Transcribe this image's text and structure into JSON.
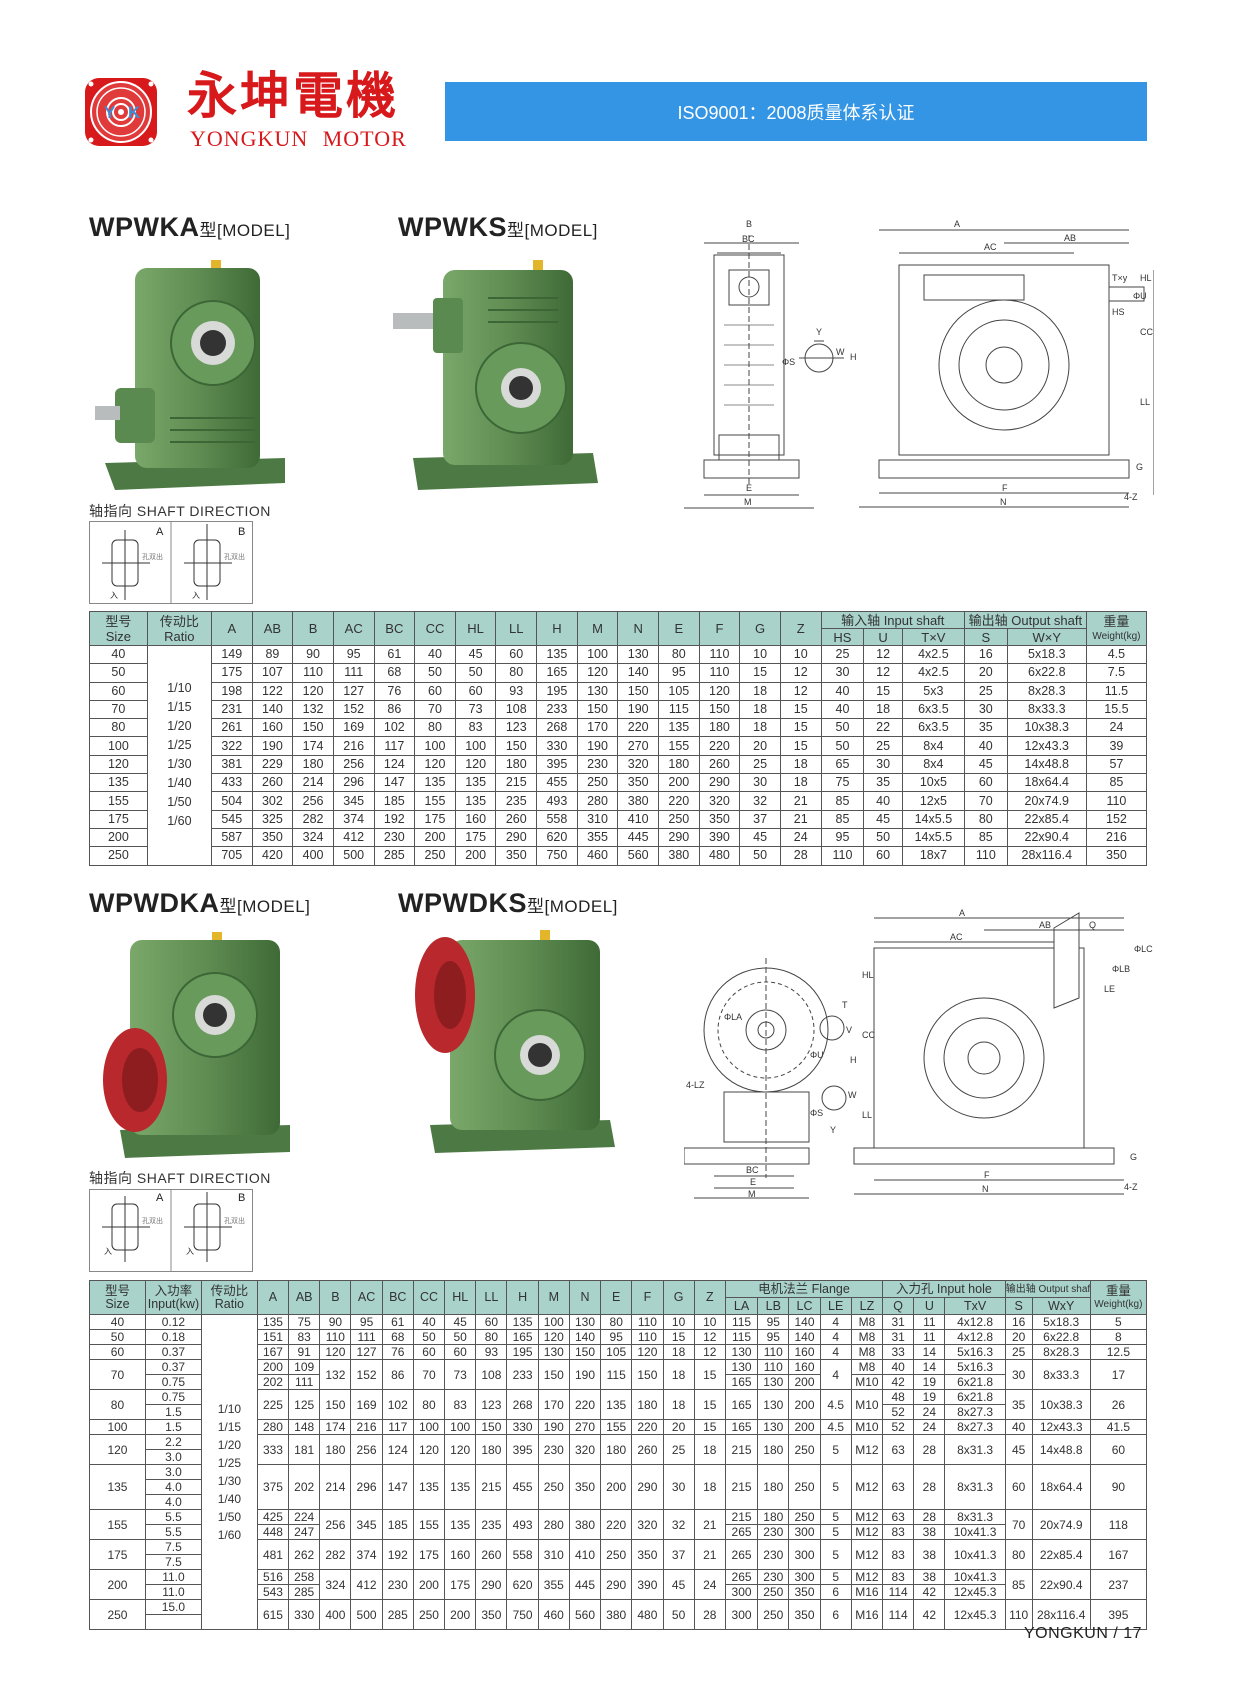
{
  "header": {
    "logo_initials": "YOK",
    "brand_cn": "永坤電機",
    "brand_en": "YONGKUN MOTOR",
    "banner": "ISO9001：2008质量体系认证"
  },
  "colors": {
    "brand_red": "#d7191c",
    "banner_blue": "#3395e4",
    "table_header": "#a8d2ca",
    "housing_green": "#5f8d52",
    "flange_red": "#b8282c"
  },
  "section1": {
    "model_a": "WPWKA",
    "model_a_suffix": "型[MODEL]",
    "model_b": "WPWKS",
    "model_b_suffix": "型[MODEL]",
    "shaft_direction": "轴指向  SHAFT DIRECTION",
    "shaft_a": "A",
    "shaft_b": "B",
    "shaft_note": "孔双出",
    "shaft_in": "入",
    "diagram_labels": [
      "B",
      "BC",
      "A",
      "AB",
      "AC",
      "T×y",
      "ΦU",
      "HL",
      "HS",
      "CC",
      "LL",
      "Y",
      "W",
      "H",
      "ΦS",
      "E",
      "M",
      "F",
      "N",
      "G",
      "4-Z"
    ]
  },
  "table1": {
    "size_cn": "型号",
    "size_en": "Size",
    "ratio_cn": "传动比",
    "ratio_en": "Ratio",
    "dims": [
      "A",
      "AB",
      "B",
      "AC",
      "BC",
      "CC",
      "HL",
      "LL",
      "H",
      "M",
      "N",
      "E",
      "F",
      "G",
      "Z"
    ],
    "input_group": "输入轴 Input shaft",
    "input_cols": [
      "HS",
      "U",
      "T×V"
    ],
    "output_group": "输出轴 Output shaft",
    "output_cols": [
      "S",
      "W×Y"
    ],
    "weight_cn": "重量",
    "weight_en": "Weight(kg)",
    "ratios": [
      "1/10",
      "1/15",
      "1/20",
      "1/25",
      "1/30",
      "1/40",
      "1/50",
      "1/60"
    ],
    "rows": [
      [
        "40",
        "149",
        "89",
        "90",
        "95",
        "61",
        "40",
        "45",
        "60",
        "135",
        "100",
        "130",
        "80",
        "110",
        "10",
        "10",
        "25",
        "12",
        "4x2.5",
        "16",
        "5x18.3",
        "4.5"
      ],
      [
        "50",
        "175",
        "107",
        "110",
        "111",
        "68",
        "50",
        "50",
        "80",
        "165",
        "120",
        "140",
        "95",
        "110",
        "15",
        "12",
        "30",
        "12",
        "4x2.5",
        "20",
        "6x22.8",
        "7.5"
      ],
      [
        "60",
        "198",
        "122",
        "120",
        "127",
        "76",
        "60",
        "60",
        "93",
        "195",
        "130",
        "150",
        "105",
        "120",
        "18",
        "12",
        "40",
        "15",
        "5x3",
        "25",
        "8x28.3",
        "11.5"
      ],
      [
        "70",
        "231",
        "140",
        "132",
        "152",
        "86",
        "70",
        "73",
        "108",
        "233",
        "150",
        "190",
        "115",
        "150",
        "18",
        "15",
        "40",
        "18",
        "6x3.5",
        "30",
        "8x33.3",
        "15.5"
      ],
      [
        "80",
        "261",
        "160",
        "150",
        "169",
        "102",
        "80",
        "83",
        "123",
        "268",
        "170",
        "220",
        "135",
        "180",
        "18",
        "15",
        "50",
        "22",
        "6x3.5",
        "35",
        "10x38.3",
        "24"
      ],
      [
        "100",
        "322",
        "190",
        "174",
        "216",
        "117",
        "100",
        "100",
        "150",
        "330",
        "190",
        "270",
        "155",
        "220",
        "20",
        "15",
        "50",
        "25",
        "8x4",
        "40",
        "12x43.3",
        "39"
      ],
      [
        "120",
        "381",
        "229",
        "180",
        "256",
        "124",
        "120",
        "120",
        "180",
        "395",
        "230",
        "320",
        "180",
        "260",
        "25",
        "18",
        "65",
        "30",
        "8x4",
        "45",
        "14x48.8",
        "57"
      ],
      [
        "135",
        "433",
        "260",
        "214",
        "296",
        "147",
        "135",
        "135",
        "215",
        "455",
        "250",
        "350",
        "200",
        "290",
        "30",
        "18",
        "75",
        "35",
        "10x5",
        "60",
        "18x64.4",
        "85"
      ],
      [
        "155",
        "504",
        "302",
        "256",
        "345",
        "185",
        "155",
        "135",
        "235",
        "493",
        "280",
        "380",
        "220",
        "320",
        "32",
        "21",
        "85",
        "40",
        "12x5",
        "70",
        "20x74.9",
        "110"
      ],
      [
        "175",
        "545",
        "325",
        "282",
        "374",
        "192",
        "175",
        "160",
        "260",
        "558",
        "310",
        "410",
        "250",
        "350",
        "37",
        "21",
        "85",
        "45",
        "14x5.5",
        "80",
        "22x85.4",
        "152"
      ],
      [
        "200",
        "587",
        "350",
        "324",
        "412",
        "230",
        "200",
        "175",
        "290",
        "620",
        "355",
        "445",
        "290",
        "390",
        "45",
        "24",
        "95",
        "50",
        "14x5.5",
        "85",
        "22x90.4",
        "216"
      ],
      [
        "250",
        "705",
        "420",
        "400",
        "500",
        "285",
        "250",
        "200",
        "350",
        "750",
        "460",
        "560",
        "380",
        "480",
        "50",
        "28",
        "110",
        "60",
        "18x7",
        "110",
        "28x116.4",
        "350"
      ]
    ]
  },
  "section2": {
    "model_a": "WPWDKA",
    "model_a_suffix": "型[MODEL]",
    "model_b": "WPWDKS",
    "model_b_suffix": "型[MODEL]",
    "shaft_direction": "轴指向  SHAFT DIRECTION",
    "shaft_a": "A",
    "shaft_b": "B",
    "shaft_note": "孔双出",
    "shaft_in": "入",
    "diagram_labels": [
      "A",
      "AB",
      "AC",
      "Q",
      "HL",
      "ΦLB",
      "ΦLC",
      "LE",
      "CC",
      "H",
      "LL",
      "ΦLA",
      "T",
      "V",
      "ΦU",
      "4-LZ",
      "ΦS",
      "W",
      "Y",
      "BC",
      "E",
      "M",
      "F",
      "N",
      "G",
      "4-Z"
    ]
  },
  "table2": {
    "size_cn": "型号",
    "size_en": "Size",
    "input_cn": "入功率",
    "input_en": "Input(kw)",
    "ratio_cn": "传动比",
    "ratio_en": "Ratio",
    "dims": [
      "A",
      "AB",
      "B",
      "AC",
      "BC",
      "CC",
      "HL",
      "LL",
      "H",
      "M",
      "N",
      "E",
      "F",
      "G",
      "Z"
    ],
    "flange_group": "电机法兰 Flange",
    "flange_cols": [
      "LA",
      "LB",
      "LC",
      "LE",
      "LZ"
    ],
    "hole_group": "入力孔 Input hole",
    "hole_cols": [
      "Q",
      "U",
      "TxV"
    ],
    "output_group": "输出轴 Output shaft",
    "output_cols": [
      "S",
      "WxY"
    ],
    "weight_cn": "重量",
    "weight_en": "Weight(kg)",
    "ratios": [
      "1/10",
      "1/15",
      "1/20",
      "1/25",
      "1/30",
      "1/40",
      "1/50",
      "1/60"
    ],
    "rows": [
      {
        "size": "40",
        "input": [
          "0.12"
        ],
        "cells": [
          "135",
          "75",
          "90",
          "95",
          "61",
          "40",
          "45",
          "60",
          "135",
          "100",
          "130",
          "80",
          "110",
          "10",
          "10",
          "115",
          "95",
          "140",
          "4",
          "M8",
          "31",
          "11",
          "4x12.8",
          "16",
          "5x18.3",
          "5"
        ]
      },
      {
        "size": "50",
        "input": [
          "0.18"
        ],
        "cells": [
          "151",
          "83",
          "110",
          "111",
          "68",
          "50",
          "50",
          "80",
          "165",
          "120",
          "140",
          "95",
          "110",
          "15",
          "12",
          "115",
          "95",
          "140",
          "4",
          "M8",
          "31",
          "11",
          "4x12.8",
          "20",
          "6x22.8",
          "8"
        ]
      },
      {
        "size": "60",
        "input": [
          "0.37"
        ],
        "cells": [
          "167",
          "91",
          "120",
          "127",
          "76",
          "60",
          "60",
          "93",
          "195",
          "130",
          "150",
          "105",
          "120",
          "18",
          "12",
          "130",
          "110",
          "160",
          "4",
          "M8",
          "33",
          "14",
          "5x16.3",
          "25",
          "8x28.3",
          "12.5"
        ]
      },
      {
        "size": "70",
        "input": [
          "0.37",
          "0.75"
        ],
        "cells": [
          [
            "200",
            "202"
          ],
          [
            "109",
            "111"
          ],
          "132",
          "152",
          "86",
          "70",
          "73",
          "108",
          "233",
          "150",
          "190",
          "115",
          "150",
          "18",
          "15",
          [
            "130",
            "165"
          ],
          [
            "110",
            "130"
          ],
          [
            "160",
            "200"
          ],
          "4",
          [
            "M8",
            "M10"
          ],
          [
            "40",
            "42"
          ],
          [
            "14",
            "19"
          ],
          [
            "5x16.3",
            "6x21.8"
          ],
          "30",
          "8x33.3",
          "17"
        ]
      },
      {
        "size": "80",
        "input": [
          "0.75",
          "1.5"
        ],
        "cells": [
          "225",
          "125",
          "150",
          "169",
          "102",
          "80",
          "83",
          "123",
          "268",
          "170",
          "220",
          "135",
          "180",
          "18",
          "15",
          "165",
          "130",
          "200",
          "4.5",
          "M10",
          [
            "48",
            "52"
          ],
          [
            "19",
            "24"
          ],
          [
            "6x21.8",
            "8x27.3"
          ],
          "35",
          "10x38.3",
          "26"
        ]
      },
      {
        "size": "100",
        "input": [
          "1.5"
        ],
        "cells": [
          "280",
          "148",
          "174",
          "216",
          "117",
          "100",
          "100",
          "150",
          "330",
          "190",
          "270",
          "155",
          "220",
          "20",
          "15",
          "165",
          "130",
          "200",
          "4.5",
          "M10",
          "52",
          "24",
          "8x27.3",
          "40",
          "12x43.3",
          "41.5"
        ]
      },
      {
        "size": "120",
        "input": [
          "2.2",
          "3.0"
        ],
        "cells": [
          "333",
          "181",
          "180",
          "256",
          "124",
          "120",
          "120",
          "180",
          "395",
          "230",
          "320",
          "180",
          "260",
          "25",
          "18",
          "215",
          "180",
          "250",
          "5",
          "M12",
          "63",
          "28",
          "8x31.3",
          "45",
          "14x48.8",
          "60"
        ]
      },
      {
        "size": "135",
        "input": [
          "3.0",
          "4.0",
          "4.0"
        ],
        "cells": [
          "375",
          "202",
          "214",
          "296",
          "147",
          "135",
          "135",
          "215",
          "455",
          "250",
          "350",
          "200",
          "290",
          "30",
          "18",
          "215",
          "180",
          "250",
          "5",
          "M12",
          "63",
          "28",
          "8x31.3",
          "60",
          "18x64.4",
          "90"
        ]
      },
      {
        "size": "155",
        "input": [
          "5.5",
          "5.5"
        ],
        "cells": [
          [
            "425",
            "448"
          ],
          [
            "224",
            "247"
          ],
          "256",
          "345",
          "185",
          "155",
          "135",
          "235",
          "493",
          "280",
          "380",
          "220",
          "320",
          "32",
          "21",
          [
            "215",
            "265"
          ],
          [
            "180",
            "230"
          ],
          [
            "250",
            "300"
          ],
          [
            "5",
            "5"
          ],
          [
            "M12",
            "M12"
          ],
          [
            "63",
            "83"
          ],
          [
            "28",
            "38"
          ],
          [
            "8x31.3",
            "10x41.3"
          ],
          "70",
          "20x74.9",
          "118"
        ]
      },
      {
        "size": "175",
        "input": [
          "7.5",
          "7.5"
        ],
        "cells": [
          "481",
          "262",
          "282",
          "374",
          "192",
          "175",
          "160",
          "260",
          "558",
          "310",
          "410",
          "250",
          "350",
          "37",
          "21",
          "265",
          "230",
          "300",
          "5",
          "M12",
          "83",
          "38",
          "10x41.3",
          "80",
          "22x85.4",
          "167"
        ]
      },
      {
        "size": "200",
        "input": [
          "11.0",
          "11.0"
        ],
        "cells": [
          [
            "516",
            "543"
          ],
          [
            "258",
            "285"
          ],
          "324",
          "412",
          "230",
          "200",
          "175",
          "290",
          "620",
          "355",
          "445",
          "290",
          "390",
          "45",
          "24",
          [
            "265",
            "300"
          ],
          [
            "230",
            "250"
          ],
          [
            "300",
            "350"
          ],
          [
            "5",
            "6"
          ],
          [
            "M12",
            "M16"
          ],
          [
            "83",
            "114"
          ],
          [
            "38",
            "42"
          ],
          [
            "10x41.3",
            "12x45.3"
          ],
          "85",
          "22x90.4",
          "237"
        ]
      },
      {
        "size": "250",
        "input": [
          "15.0",
          ""
        ],
        "cells": [
          "615",
          "330",
          "400",
          "500",
          "285",
          "250",
          "200",
          "350",
          "750",
          "460",
          "560",
          "380",
          "480",
          "50",
          "28",
          "300",
          "250",
          "350",
          "6",
          "M16",
          "114",
          "42",
          "12x45.3",
          "110",
          "28x116.4",
          "395"
        ]
      }
    ]
  },
  "footer": {
    "text": "YONGKUN / 17"
  }
}
